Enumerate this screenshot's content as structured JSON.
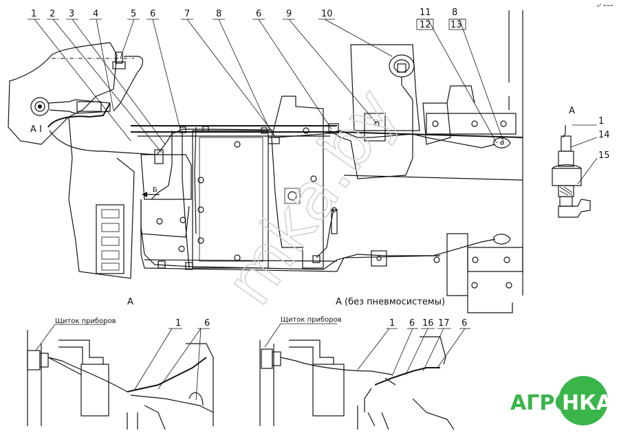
{
  "callouts_top": [
    "1",
    "2",
    "3",
    "4",
    "5",
    "6",
    "7",
    "8",
    "6",
    "9",
    "10",
    "11",
    "12",
    "8",
    "13"
  ],
  "callouts_main": {
    "a1": "А",
    "a1_sub": "I",
    "b_arrow": "Б"
  },
  "view_a": {
    "title": "А",
    "callouts": [
      "1",
      "14",
      "15"
    ]
  },
  "inset_left": {
    "title": "А",
    "panel_label": "Щиток приборов",
    "callouts": [
      "1",
      "6"
    ]
  },
  "inset_right": {
    "title": "А (без пневмосистемы)",
    "panel_label": "Щиток приборов",
    "callouts": [
      "1",
      "6",
      "16",
      "17",
      "6"
    ]
  },
  "watermark": "mka.by",
  "logo": {
    "left_text": "АГРО",
    "right_text": "НКА",
    "colors": {
      "green": "#39b54a",
      "white": "#ffffff"
    }
  },
  "corner_mark": "u° ===",
  "colors": {
    "line": "#111111",
    "watermark": "#e6e6e6"
  }
}
